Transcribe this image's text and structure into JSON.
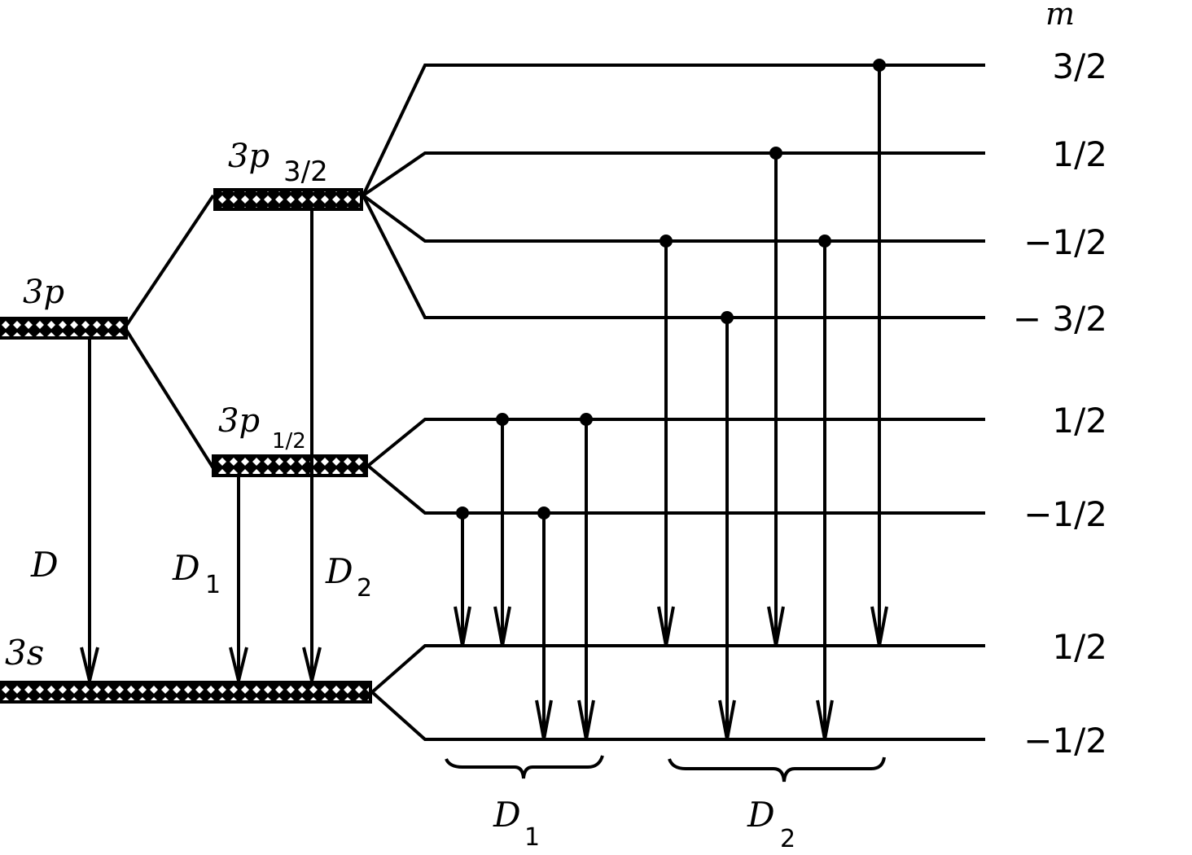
{
  "title": "Zeeman splitting of the sodium D lines",
  "axis_header": "m",
  "terms": {
    "p": "3p",
    "p32": "3p",
    "p32_sub": "3/2",
    "p12": "3p",
    "p12_sub": "1/2",
    "s": "3s"
  },
  "line_labels": {
    "D": "D",
    "D1": "D",
    "D1_sub": "1",
    "D2": "D",
    "D2_sub": "2"
  },
  "group_labels": {
    "D1": "D",
    "D1_sub": "1",
    "D2": "D",
    "D2_sub": "2"
  },
  "sublevels": [
    {
      "term": "3p3/2",
      "m": "3/2"
    },
    {
      "term": "3p3/2",
      "m": "1/2"
    },
    {
      "term": "3p3/2",
      "m": "−1/2"
    },
    {
      "term": "3p3/2",
      "m": "− 3/2"
    },
    {
      "term": "3p1/2",
      "m": "1/2"
    },
    {
      "term": "3p1/2",
      "m": "−1/2"
    },
    {
      "term": "3s",
      "m": "1/2"
    },
    {
      "term": "3s",
      "m": "−1/2"
    }
  ],
  "transitions": [
    {
      "group": "D1",
      "from": 5,
      "to": 6
    },
    {
      "group": "D1",
      "from": 4,
      "to": 6
    },
    {
      "group": "D1",
      "from": 5,
      "to": 7
    },
    {
      "group": "D1",
      "from": 4,
      "to": 7
    },
    {
      "group": "D2",
      "from": 2,
      "to": 6
    },
    {
      "group": "D2",
      "from": 3,
      "to": 7
    },
    {
      "group": "D2",
      "from": 1,
      "to": 6
    },
    {
      "group": "D2",
      "from": 2,
      "to": 7
    },
    {
      "group": "D2",
      "from": 0,
      "to": 6
    }
  ]
}
